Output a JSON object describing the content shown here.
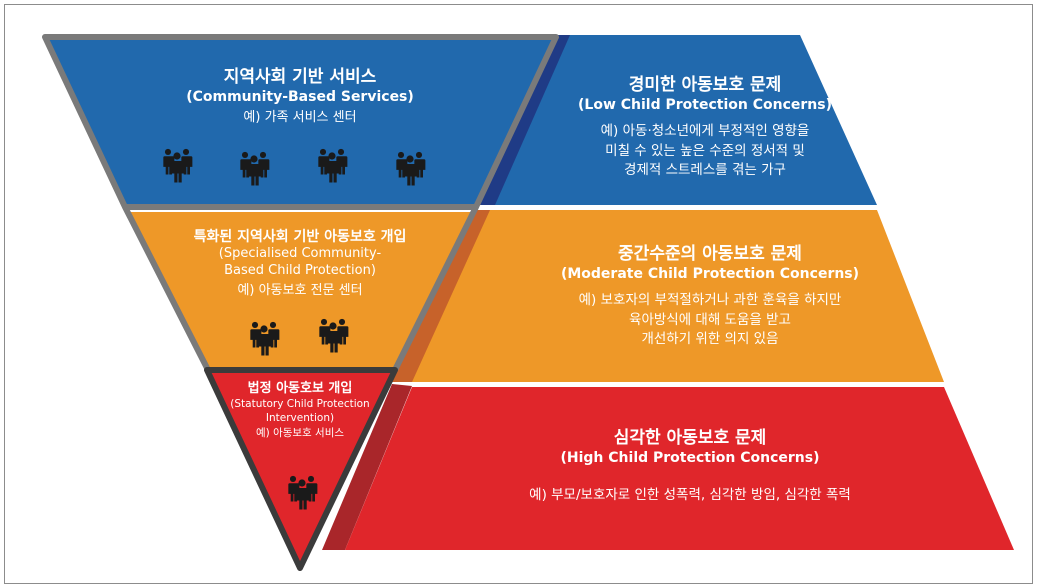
{
  "colors": {
    "blue": "#2169ad",
    "blue_shadow": "#1f3b86",
    "orange": "#ee9828",
    "orange_shadow": "#c7622a",
    "red": "#e0262b",
    "red_shadow": "#a9262a",
    "outline_gray": "#7a7a7a",
    "outline_dark": "#3b3b3b",
    "people": "#1a1a1a"
  },
  "left": {
    "tier1": {
      "title": "지역사회 기반 서비스",
      "subtitle": "(Community-Based Services)",
      "example": "예) 가족 서비스 센터",
      "people_icons": 4
    },
    "tier2": {
      "title": "특화된 지역사회 기반 아동보호 개입",
      "subtitle_line1": "(Specialised Community-",
      "subtitle_line2": "Based Child Protection)",
      "example": "예) 아동보호 전문 센터",
      "people_icons": 2
    },
    "tier3": {
      "title": "법정 아동호보 개입",
      "subtitle_line1": "(Statutory Child Protection",
      "subtitle_line2": "Intervention)",
      "example": "예) 아동보호 서비스",
      "people_icons": 1
    }
  },
  "right": {
    "low": {
      "title": "경미한 아동보호 문제",
      "subtitle": "(Low Child Protection Concerns)",
      "desc_line1": "예) 아동·청소년에게 부정적인 영향을",
      "desc_line2": "미칠 수 있는 높은 수준의 정서적 및",
      "desc_line3": "경제적 스트레스를 겪는 가구"
    },
    "moderate": {
      "title": "중간수준의 아동보호 문제",
      "subtitle": "(Moderate Child Protection Concerns)",
      "desc_line1": "예) 보호자의 부적절하거나 과한 훈육을 하지만",
      "desc_line2": "육아방식에 대해 도움을 받고",
      "desc_line3": "개선하기 위한 의지 있음"
    },
    "high": {
      "title": "심각한 아동보호 문제",
      "subtitle": "(High Child Protection Concerns)",
      "desc_line1": "예) 부모/보호자로 인한 성폭력, 심각한 방임, 심각한 폭력"
    }
  }
}
